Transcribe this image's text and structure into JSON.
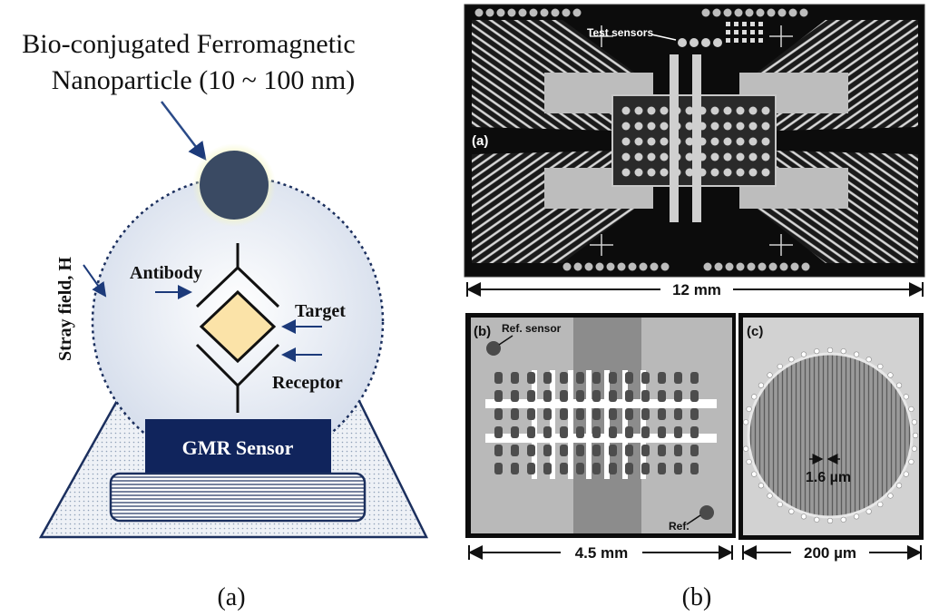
{
  "panel_a": {
    "particle_label_line1": "Bio-conjugated Ferromagnetic",
    "particle_label_line2": "Nanoparticle (10 ~ 100 nm)",
    "stray_field_label": "Stray field, H",
    "antibody_label": "Antibody",
    "target_label": "Target",
    "receptor_label": "Receptor",
    "sensor_label": "GMR Sensor",
    "caption": "(a)"
  },
  "panel_b": {
    "test_sensors_label": "Test sensors",
    "sub_a_label": "(a)",
    "scale_12mm": "12 mm",
    "sub_b_label": "(b)",
    "ref_sensor_label": "Ref. sensor",
    "ref_label": "Ref.",
    "scale_4_5mm": "4.5 mm",
    "sub_c_label": "(c)",
    "width_label": "1.6 µm",
    "scale_200um": "200 µm",
    "caption": "(b)"
  },
  "colors": {
    "particle": "#3a4a63",
    "sensor": "#10245c",
    "sphere_fill": "#dfe6f2",
    "target_fill": "#fbe3a8",
    "arrow": "#1c3a7a"
  }
}
